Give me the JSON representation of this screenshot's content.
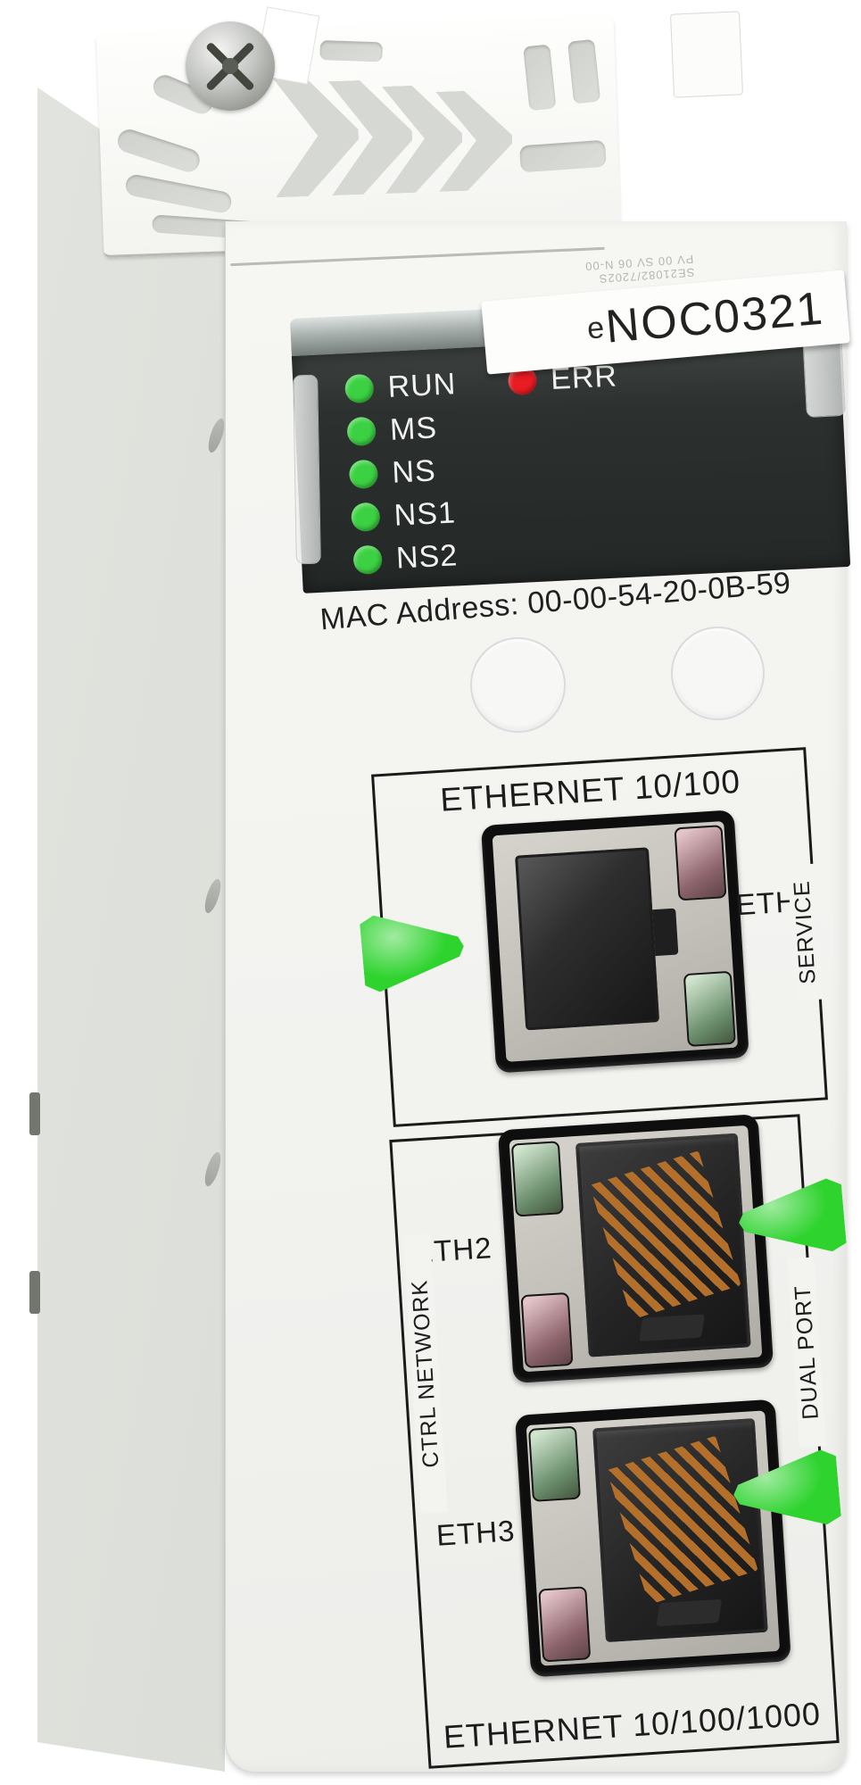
{
  "device": {
    "product_label": {
      "prefix": "e",
      "code": "NOC0321"
    },
    "top_small_print": {
      "line1": "SE21082/7202S",
      "line2": "PV 00 SV 06 N-00"
    },
    "mac_address_label": "MAC Address: 00-00-54-20-0B-59",
    "status_leds": [
      {
        "label": "RUN",
        "color": "#3bd142"
      },
      {
        "label": "ERR",
        "color": "#e91c23"
      },
      {
        "label": "MS",
        "color": "#3bd142"
      },
      {
        "label": "NS",
        "color": "#3bd142"
      },
      {
        "label": "NS1",
        "color": "#3bd142"
      },
      {
        "label": "NS2",
        "color": "#3bd142"
      }
    ],
    "service_section": {
      "title": "ETHERNET 10/100",
      "side_label": "SERVICE",
      "port_label": "ETH1"
    },
    "ctrl_section": {
      "title": "ETHERNET 10/100/1000",
      "left_label": "CTRL NETWORK",
      "right_label": "DUAL PORT",
      "port_labels": [
        "ETH2",
        "ETH3"
      ]
    },
    "colors": {
      "status_green": "#3bd142",
      "status_red": "#e91c23",
      "arrow_green": "#2ed32e",
      "copper": "#b4702a",
      "face": "#f3f3f0",
      "side_panel": "#dcded9",
      "led_panel": "#2b2f2d"
    }
  }
}
